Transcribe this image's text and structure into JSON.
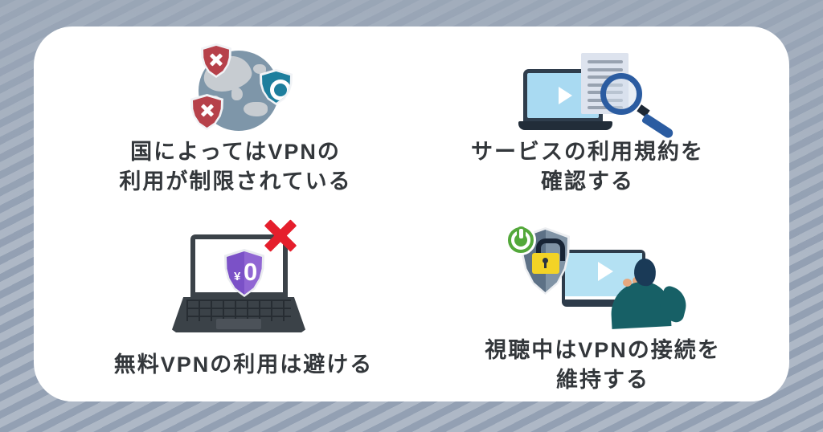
{
  "tips": [
    {
      "id": "country-restrictions",
      "icon": "globe-with-shield-badges",
      "lines": [
        "国によってはVPNの",
        "利用が制限されている"
      ]
    },
    {
      "id": "check-terms",
      "icon": "laptop-document-magnifier",
      "lines": [
        "サービスの利用規約を",
        "確認する"
      ]
    },
    {
      "id": "avoid-free-vpn",
      "icon": "laptop-free-shield-cross",
      "lines": [
        "無料VPNの利用は避ける"
      ]
    },
    {
      "id": "keep-vpn-connected",
      "icon": "shield-lock-power-viewer",
      "lines": [
        "視聴中はVPNの接続を",
        "維持する"
      ]
    }
  ],
  "free_shield": {
    "currency": "¥",
    "amount": "0"
  },
  "colors": {
    "background_stripe_dark": "#93a0b3",
    "background_stripe_light": "#aeb8c6",
    "card": "#ffffff",
    "text": "#33373b",
    "restricted_shield_red": "#b6414a",
    "allowed_shield_teal": "#1d7e9d",
    "globe_ocean": "#7e96a9",
    "globe_land": "#c7ccd1",
    "screen_blue": "#a9daf2",
    "magnifier_blue": "#2b5ca1",
    "laptop_dark": "#2f3d4c",
    "free_shield_purple_left": "#7b51c7",
    "free_shield_purple_right": "#9066d3",
    "cross_red": "#e51e2c",
    "power_green": "#53a83a",
    "lock_yellow": "#f3d326",
    "security_shield_left": "#5d7186",
    "security_shield_right": "#8093a5",
    "suit_teal": "#176066"
  }
}
